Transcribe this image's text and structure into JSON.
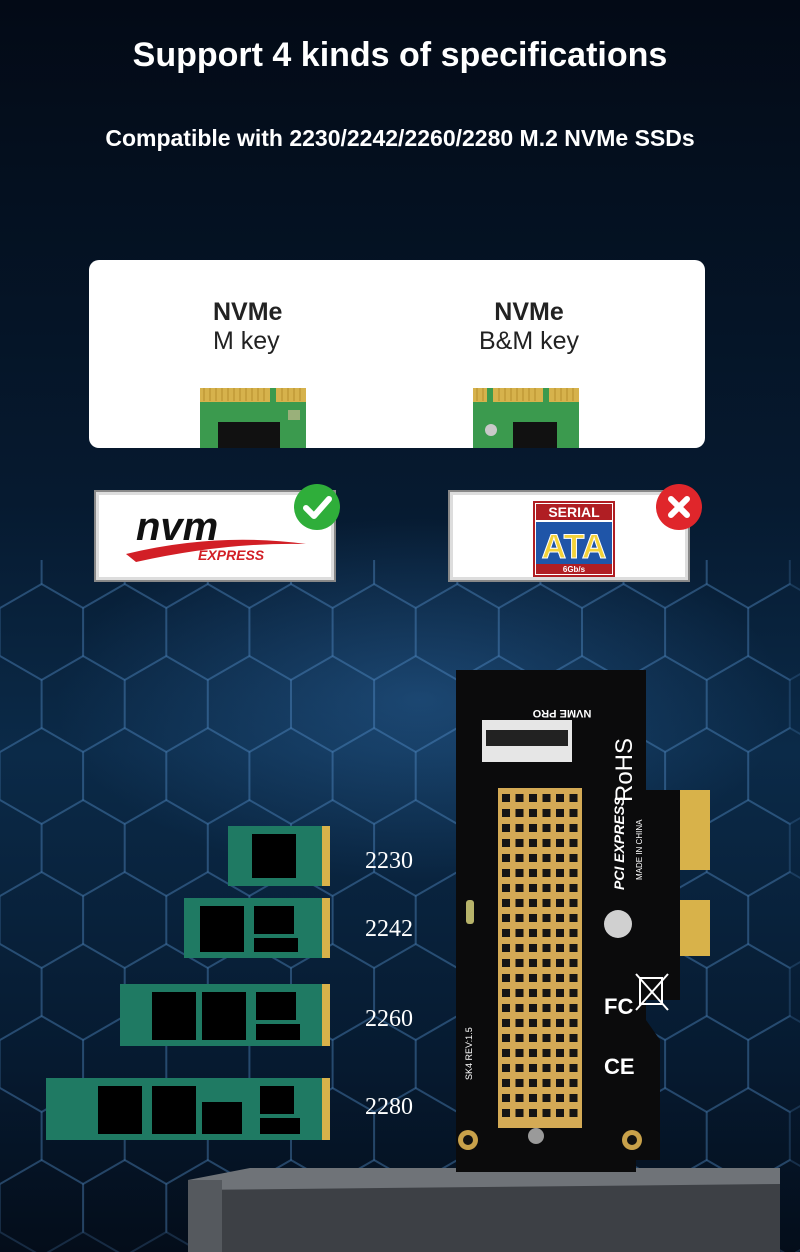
{
  "header": {
    "title": "Support 4 kinds of specifications",
    "subtitle": "Compatible with 2230/2242/2260/2280 M.2 NVMe SSDs"
  },
  "keys": [
    {
      "name": "NVMe",
      "type": "M key"
    },
    {
      "name": "NVMe",
      "type": "B&M key"
    }
  ],
  "protocols": {
    "nvme": {
      "logo_text": "nvm",
      "logo_sub": "EXPRESS",
      "supported": true,
      "icon": "check-icon"
    },
    "sata": {
      "logo_top": "SERIAL",
      "logo_main": "ATA",
      "logo_sub": "6Gb/s",
      "supported": false,
      "icon": "cross-icon"
    }
  },
  "ssd_sizes": [
    "2230",
    "2242",
    "2260",
    "2280"
  ],
  "card": {
    "brand": "NVME PRO",
    "rohs": "RoHS",
    "pci_express": "PCI EXPRESS",
    "made_in": "MADE IN CHINA",
    "model": "SK4 REV:1.5",
    "fc": "FC",
    "ce": "CE"
  },
  "colors": {
    "supported": "#2fae3a",
    "unsupported": "#e0262b",
    "ssd_pcb": "#1f7a63",
    "gold": "#d8b24a"
  }
}
